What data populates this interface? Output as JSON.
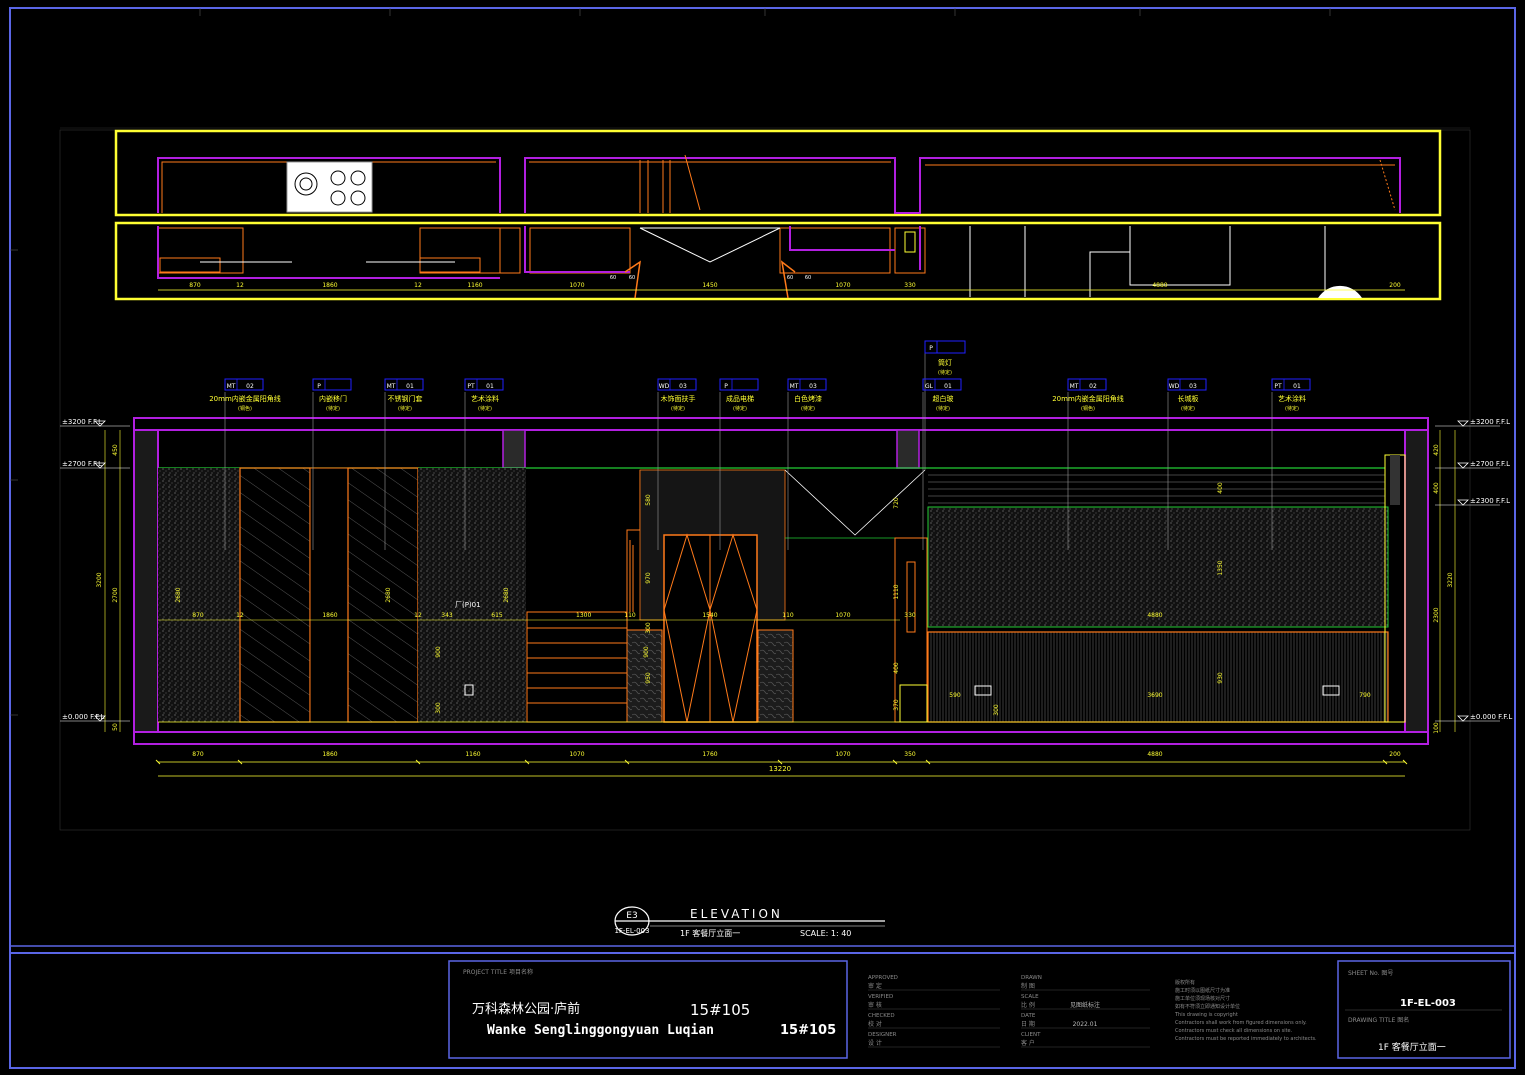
{
  "colors": {
    "frame": "#5a66e6",
    "yellow": "#ffff33",
    "magenta": "#b21fe0",
    "orange": "#ff7a1a",
    "green": "#22cc33",
    "white": "#ffffff",
    "gray": "#9a9a9a",
    "blue": "#2020ff",
    "dim": "#7a6a3a"
  },
  "plan_dims": [
    "870",
    "12",
    "1860",
    "12",
    "1160",
    "1070",
    "1450",
    "1070",
    "330",
    "4880",
    "200"
  ],
  "plan_small": [
    "60",
    "60",
    "60",
    "60"
  ],
  "material_tags": [
    {
      "code": "MT",
      "num": "02",
      "name": "20mm内嵌金属阳角线",
      "note": "(铜色)"
    },
    {
      "code": "P",
      "num": "",
      "name": "内嵌移门",
      "note": "(待定)"
    },
    {
      "code": "MT",
      "num": "01",
      "name": "不锈钢门套",
      "note": "(待定)"
    },
    {
      "code": "PT",
      "num": "01",
      "name": "艺术涂料",
      "note": "(待定)"
    },
    {
      "code": "WD",
      "num": "03",
      "name": "木饰面扶手",
      "note": "(待定)"
    },
    {
      "code": "P",
      "num": "",
      "name": "成品电梯",
      "note": "(待定)"
    },
    {
      "code": "MT",
      "num": "03",
      "name": "白色烤漆",
      "note": "(待定)"
    },
    {
      "code": "GL",
      "num": "01",
      "name": "超白玻",
      "note": "(待定)"
    },
    {
      "code": "MT",
      "num": "02",
      "name": "20mm内嵌金属阳角线",
      "note": "(铜色)"
    },
    {
      "code": "WD",
      "num": "03",
      "name": "长城板",
      "note": "(待定)"
    },
    {
      "code": "PT",
      "num": "01",
      "name": "艺术涂料",
      "note": "(待定)"
    }
  ],
  "extra_tag": {
    "code": "P",
    "num": "",
    "name": "筒灯",
    "note": "(待定)"
  },
  "levels_left": [
    "±3200 F.F.L",
    "±2700 F.F.L",
    "±0.000 F.F.L"
  ],
  "levels_right": [
    "±3200 F.F.L",
    "±2700 F.F.L",
    "±2300 F.F.L",
    "±0.000 F.F.L"
  ],
  "vert_dims_left": [
    "450",
    "2700",
    "3200",
    "50"
  ],
  "vert_dims_right": [
    "420",
    "400",
    "3220",
    "2300",
    "100"
  ],
  "inner_dims": [
    "2680",
    "2680",
    "2680",
    "343",
    "615",
    "900",
    "300",
    "900",
    "580",
    "970",
    "300",
    "950",
    "720",
    "1110",
    "400",
    "370",
    "400",
    "1350",
    "930",
    "300",
    "590",
    "3690",
    "790",
    "110",
    "1540",
    "110",
    "1070",
    "330",
    "4880",
    "870",
    "12",
    "1860",
    "12"
  ],
  "bottom_dims": [
    "870",
    "1860",
    "1160",
    "1070",
    "1760",
    "1070",
    "350",
    "4880",
    "200"
  ],
  "total_dim": "13220",
  "small_label": "厂(P)01",
  "stair_dim": "1300",
  "elevation": {
    "id": "E3",
    "sheet_ref": "1F-EL-003",
    "title": "ELEVATION",
    "subtitle": "1F  客餐厅立面一",
    "scale": "SCALE: 1: 40"
  },
  "titleblock": {
    "project_label": "PROJECT TITLE   项目名称",
    "project_cn": "万科森林公园·庐前",
    "project_no_cn": "15#105",
    "project_en": "Wanke Senglinggongyuan Luqian",
    "project_no_en": "15#105",
    "approvals": [
      {
        "en": "APPROVED",
        "cn": "审 定"
      },
      {
        "en": "VERIFIED",
        "cn": "审 核"
      },
      {
        "en": "CHECKED",
        "cn": "校 对"
      },
      {
        "en": "DESIGNER",
        "cn": "设 计"
      }
    ],
    "drawn": [
      {
        "en": "DRAWN",
        "cn": "制 图",
        "val": ""
      },
      {
        "en": "SCALE",
        "cn": "比 例",
        "val": "见图纸标注"
      },
      {
        "en": "DATE",
        "cn": "日 期",
        "val": "2022.01"
      },
      {
        "en": "CLIENT",
        "cn": "客 户",
        "val": ""
      }
    ],
    "notes": [
      "版权所有",
      "施工时须以图纸尺寸为准",
      "施工单位须现场核对尺寸",
      "如有不符须立即通知设计单位",
      "This drawing is copyright",
      "Contractors shall work from figured dimensions only.",
      "Contractors must check all dimensions on site.",
      "Contractors must be reported immediately to architects."
    ],
    "sheet_no_label": "SHEET No.   图号",
    "sheet_no": "1F-EL-003",
    "drawing_title_label": "DRAWING TITLE   图名",
    "drawing_title": "1F   客餐厅立面一"
  }
}
